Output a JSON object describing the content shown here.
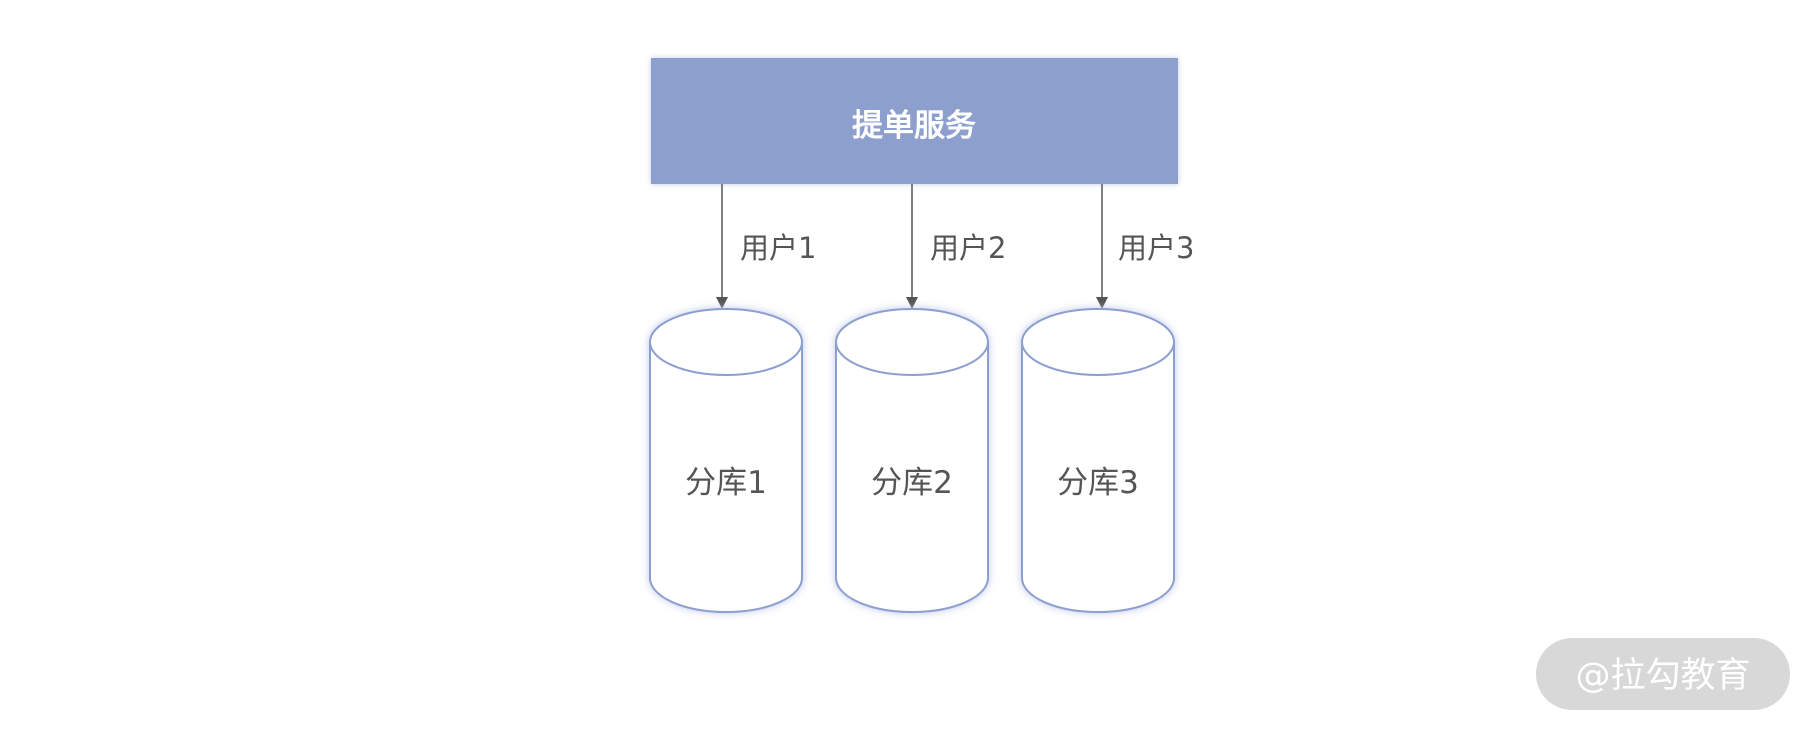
{
  "diagram": {
    "service": {
      "label": "提单服务",
      "color": "#8d9fcd"
    },
    "edges": [
      {
        "label": "用户1"
      },
      {
        "label": "用户2"
      },
      {
        "label": "用户3"
      }
    ],
    "databases": [
      {
        "label": "分库1"
      },
      {
        "label": "分库2"
      },
      {
        "label": "分库3"
      }
    ],
    "colors": {
      "outline": "#8d9fd0",
      "text": "#555555",
      "arrow": "#555555"
    }
  },
  "watermark": {
    "text": "@拉勾教育"
  }
}
